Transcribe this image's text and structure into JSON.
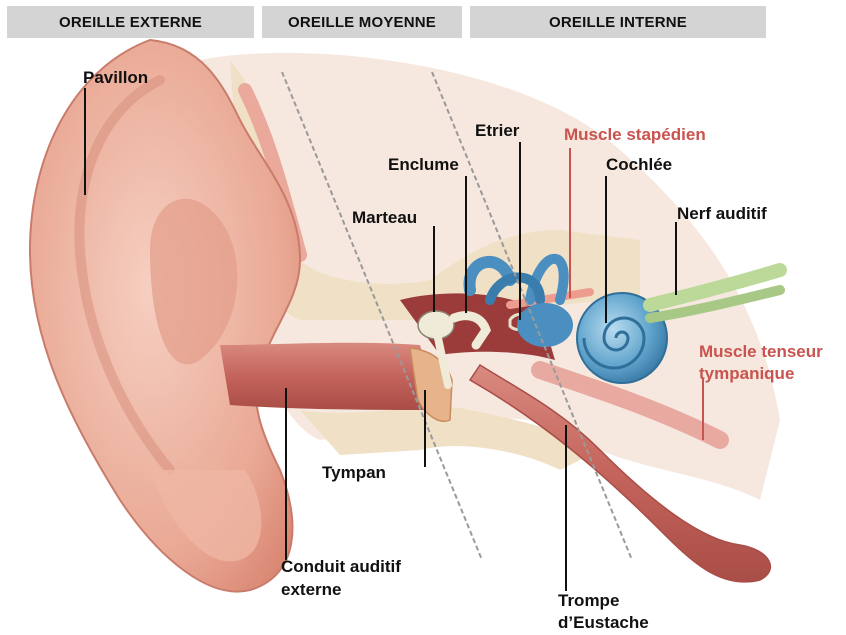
{
  "sections": {
    "outer": "OREILLE EXTERNE",
    "middle": "OREILLE MOYENNE",
    "inner": "OREILLE INTERNE"
  },
  "labels": {
    "pavillon": "Pavillon",
    "etrier": "Etrier",
    "muscle_stapedien": "Muscle stapédien",
    "enclume": "Enclume",
    "cochlee": "Cochlée",
    "marteau": "Marteau",
    "nerf_auditif": "Nerf auditif",
    "muscle_tenseur_1": "Muscle tenseur",
    "muscle_tenseur_2": "tympanique",
    "tympan": "Tympan",
    "conduit_1": "Conduit auditif",
    "conduit_2": "externe",
    "trompe_1": "Trompe",
    "trompe_2": "d’Eustache"
  },
  "colors": {
    "label_text": "#111111",
    "highlight_label": "#c8534f",
    "header_bg": "#d4d4d4",
    "skin": "#eeb9a8",
    "canal": "#c7716a",
    "cochlea": "#5fa3cc",
    "bone": "#efe0c6"
  }
}
